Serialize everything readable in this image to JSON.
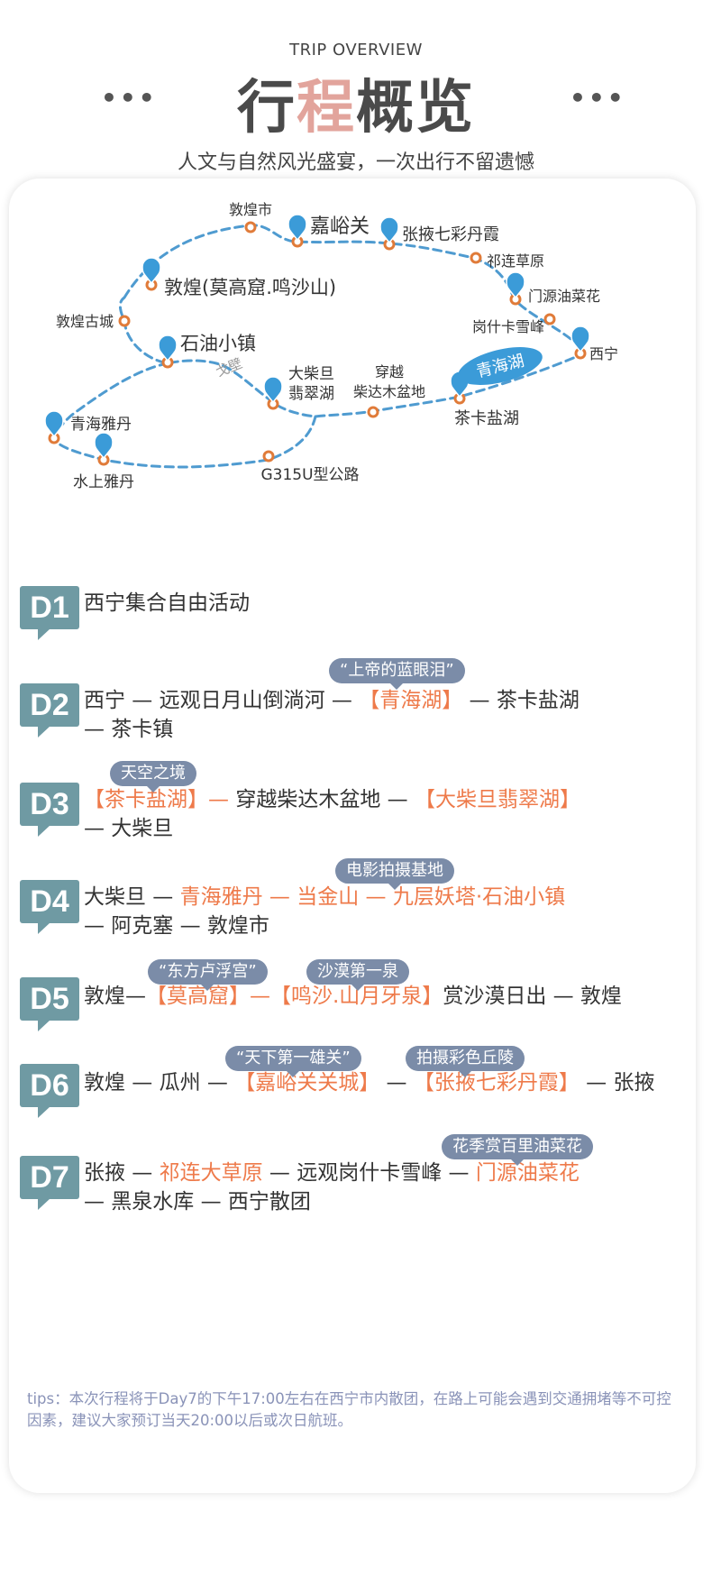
{
  "header": {
    "subtitle_en": "TRIP OVERVIEW",
    "title_chars": [
      {
        "char": "行",
        "color": "#4a4a4a"
      },
      {
        "char": "程",
        "color": "#e2a49c"
      },
      {
        "char": "概",
        "color": "#4a4a4a"
      },
      {
        "char": "览",
        "color": "#4a4a4a"
      }
    ],
    "dots_left": "•••",
    "dots_right": "•••",
    "tagline": "人文与自然风光盛宴，一次出行不留遗憾"
  },
  "map": {
    "route_color": "#4f9bd0",
    "marker_color": "#e07b39",
    "labels": {
      "dunhuang_city": "敦煌市",
      "jiayuguan": "嘉峪关",
      "zhangye": "张掖七彩丹霞",
      "qilian": "祁连草原",
      "dunhuang_mogao": "敦煌(莫高窟.鸣沙山)",
      "menyuan": "门源油菜花",
      "dunhuang_ancient": "敦煌古城",
      "gangshika": "岗什卡雪峰",
      "xining": "西宁",
      "shiyou": "石油小镇",
      "qinghai_lake": "青海湖",
      "gobi": "戈壁",
      "dachaidan_1": "大柴旦",
      "dachaidan_2": "翡翠湖",
      "chuanyue_1": "穿越",
      "chuanyue_2": "柴达木盆地",
      "chaka": "茶卡盐湖",
      "qinghai_yadan": "青海雅丹",
      "shuishang_yadan": "水上雅丹",
      "g315": "G315U型公路"
    }
  },
  "days": [
    {
      "badge": "D1",
      "lines": [
        [
          {
            "t": "西宁集合自由活动",
            "h": false
          }
        ]
      ],
      "tips": []
    },
    {
      "badge": "D2",
      "lines": [
        [
          {
            "t": "西宁 — 远观日月山倒淌河 — ",
            "h": false
          },
          {
            "t": "【青海湖】",
            "h": true
          },
          {
            "t": " — 茶卡盐湖",
            "h": false
          }
        ],
        [
          {
            "t": "— 茶卡镇",
            "h": false
          }
        ]
      ],
      "tips": [
        "“上帝的蓝眼泪”"
      ]
    },
    {
      "badge": "D3",
      "lines": [
        [
          {
            "t": "【茶卡盐湖】— ",
            "h": true
          },
          {
            "t": "穿越柴达木盆地 — ",
            "h": false
          },
          {
            "t": "【大柴旦翡翠湖】",
            "h": true
          }
        ],
        [
          {
            "t": "— 大柴旦",
            "h": false
          }
        ]
      ],
      "tips": [
        "天空之境"
      ]
    },
    {
      "badge": "D4",
      "lines": [
        [
          {
            "t": "大柴旦 — ",
            "h": false
          },
          {
            "t": "青海雅丹 — 当金山 — 九层妖塔·石油小镇",
            "h": true
          }
        ],
        [
          {
            "t": "— 阿克塞 — 敦煌市",
            "h": false
          }
        ]
      ],
      "tips": [
        "电影拍摄基地"
      ]
    },
    {
      "badge": "D5",
      "lines": [
        [
          {
            "t": "敦煌—",
            "h": false
          },
          {
            "t": "【莫高窟】—【鸣沙.山月牙泉】",
            "h": true
          },
          {
            "t": "赏沙漠日出 — 敦煌",
            "h": false
          }
        ]
      ],
      "tips": [
        "“东方卢浮宫”",
        "沙漠第一泉"
      ]
    },
    {
      "badge": "D6",
      "lines": [
        [
          {
            "t": "敦煌 — 瓜州 — ",
            "h": false
          },
          {
            "t": "【嘉峪关关城】",
            "h": true
          },
          {
            "t": " — ",
            "h": false
          },
          {
            "t": "【张掖七彩丹霞】",
            "h": true
          },
          {
            "t": " — 张掖",
            "h": false
          }
        ]
      ],
      "tips": [
        "“天下第一雄关”",
        "拍摄彩色丘陵"
      ]
    },
    {
      "badge": "D7",
      "lines": [
        [
          {
            "t": "张掖 — ",
            "h": false
          },
          {
            "t": "祁连大草原",
            "h": true
          },
          {
            "t": " — 远观岗什卡雪峰 — ",
            "h": false
          },
          {
            "t": "门源油菜花",
            "h": true
          }
        ],
        [
          {
            "t": "— 黑泉水库 — 西宁散团",
            "h": false
          }
        ]
      ],
      "tips": [
        "花季赏百里油菜花"
      ]
    }
  ],
  "tips_text": "tips：本次行程将于Day7的下午17:00左右在西宁市内散团，在路上可能会遇到交通拥堵等不可控因素，建议大家预订当天20:00以后或次日航班。"
}
